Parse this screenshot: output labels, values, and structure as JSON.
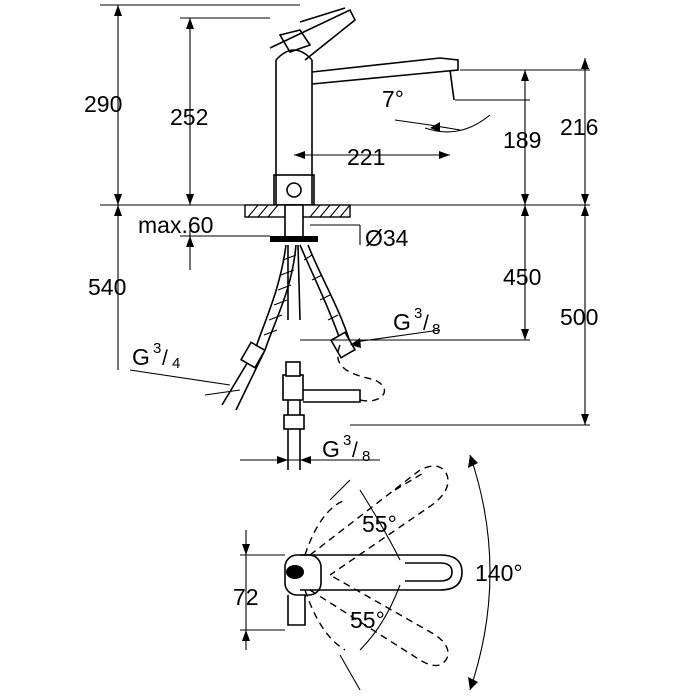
{
  "dimensions": {
    "total_height": "290",
    "spout_height": "252",
    "reach": "221",
    "spout_angle": "7°",
    "under_spout": "189",
    "top_height": "216",
    "max_deck": "max.60",
    "hole_diameter": "Ø34",
    "hose_540": "540",
    "hose_450": "450",
    "hose_500": "500",
    "plan_72": "72",
    "swivel_left": "55°",
    "swivel_right": "55°",
    "swivel_total": "140°"
  },
  "threads": {
    "g": "G",
    "sup": "3",
    "sub_right": "8",
    "sub_left": "4",
    "sub_bottom": "8",
    "slash": "/"
  }
}
